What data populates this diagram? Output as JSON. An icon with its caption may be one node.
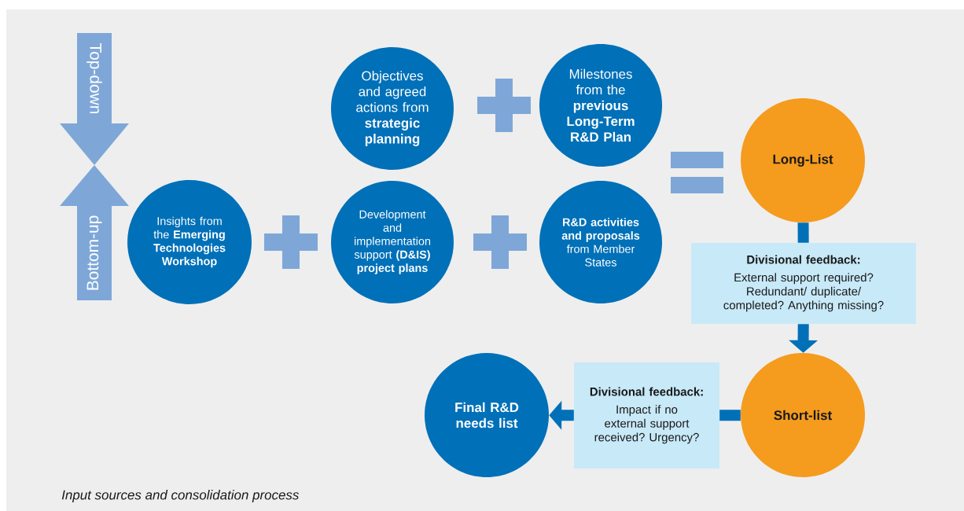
{
  "diagram": {
    "caption": "Input sources and consolidation process",
    "nodes": [
      {
        "text": [
          "Top-down"
        ]
      },
      {
        "text": [
          "Bottom-up"
        ]
      },
      {
        "text": [
          "Objectives and agreed actions from **strategic planning**"
        ]
      },
      {
        "text": [
          "Milestones from the **previous Long-Term R&D Plan**"
        ]
      },
      {
        "text": [
          "Insights from the **Emerging Technologies Workshop**"
        ]
      },
      {
        "text": [
          "Development and implementation support **(D&IS) project plans**"
        ]
      },
      {
        "text": [
          "**R&D activities and proposals** from Member States"
        ]
      },
      {
        "text": [
          "Long-List"
        ]
      },
      {
        "text": [
          "Divisional feedback:",
          "External support required? Redundant/ duplicate/ completed? Anything missing?"
        ]
      },
      {
        "text": [
          "Short-list"
        ]
      },
      {
        "text": [
          "Divisional feedback:",
          "Impact if no external support received? Urgency?"
        ]
      },
      {
        "text": [
          "Final R&D needs list"
        ]
      }
    ],
    "edges": [
      {
        "from": 7,
        "to": 8,
        "arrow": "none"
      },
      {
        "from": 8,
        "to": 9,
        "arrow": "to"
      },
      {
        "from": 9,
        "to": 10,
        "arrow": "none"
      },
      {
        "from": 10,
        "to": 11,
        "arrow": "to"
      }
    ]
  }
}
